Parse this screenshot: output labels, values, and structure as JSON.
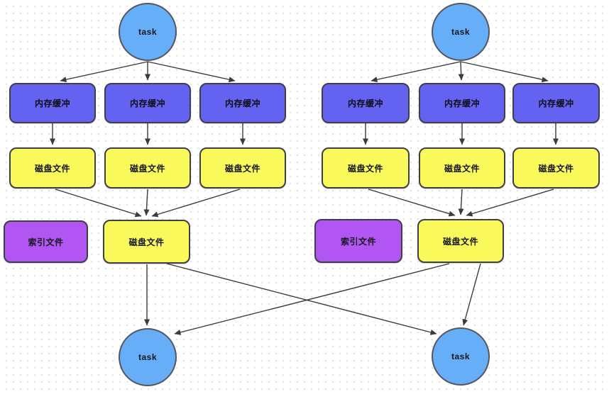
{
  "diagram": {
    "title": "merge sort / spill pipeline flowchart",
    "colors": {
      "task_fill": "#66aff8",
      "memory_buffer_fill": "#6463f1",
      "disk_file_fill": "#f9f95c",
      "index_file_fill": "#b156f2",
      "node_border": "#3f3f46",
      "edge_stroke": "#3a3a40",
      "background_dot": "#e2e2e4",
      "background": "#ffffff",
      "text": "#17171f"
    }
  },
  "nodes": [
    {
      "id": "left-top-task",
      "type": "task",
      "label": "task"
    },
    {
      "id": "left-buffer-1",
      "type": "buffer",
      "label": "内存缓冲"
    },
    {
      "id": "left-buffer-2",
      "type": "buffer",
      "label": "内存缓冲"
    },
    {
      "id": "left-buffer-3",
      "type": "buffer",
      "label": "内存缓冲"
    },
    {
      "id": "left-disk-1",
      "type": "disk",
      "label": "磁盘文件"
    },
    {
      "id": "left-disk-2",
      "type": "disk",
      "label": "磁盘文件"
    },
    {
      "id": "left-disk-3",
      "type": "disk",
      "label": "磁盘文件"
    },
    {
      "id": "left-index-file",
      "type": "index",
      "label": "索引文件"
    },
    {
      "id": "left-merged-disk",
      "type": "disk",
      "label": "磁盘文件"
    },
    {
      "id": "bottom-task-left",
      "type": "task",
      "label": "task"
    },
    {
      "id": "right-top-task",
      "type": "task",
      "label": "task"
    },
    {
      "id": "right-buffer-1",
      "type": "buffer",
      "label": "内存缓冲"
    },
    {
      "id": "right-buffer-2",
      "type": "buffer",
      "label": "内存缓冲"
    },
    {
      "id": "right-buffer-3",
      "type": "buffer",
      "label": "内存缓冲"
    },
    {
      "id": "right-disk-1",
      "type": "disk",
      "label": "磁盘文件"
    },
    {
      "id": "right-disk-2",
      "type": "disk",
      "label": "磁盘文件"
    },
    {
      "id": "right-disk-3",
      "type": "disk",
      "label": "磁盘文件"
    },
    {
      "id": "right-index-file",
      "type": "index",
      "label": "索引文件"
    },
    {
      "id": "right-merged-disk",
      "type": "disk",
      "label": "磁盘文件"
    },
    {
      "id": "bottom-task-right",
      "type": "task",
      "label": "task"
    }
  ],
  "edges": [
    {
      "from": "left-top-task",
      "to": "left-buffer-1"
    },
    {
      "from": "left-top-task",
      "to": "left-buffer-2"
    },
    {
      "from": "left-top-task",
      "to": "left-buffer-3"
    },
    {
      "from": "left-buffer-1",
      "to": "left-disk-1"
    },
    {
      "from": "left-buffer-2",
      "to": "left-disk-2"
    },
    {
      "from": "left-buffer-3",
      "to": "left-disk-3"
    },
    {
      "from": "left-disk-1",
      "to": "left-merged-disk"
    },
    {
      "from": "left-disk-2",
      "to": "left-merged-disk"
    },
    {
      "from": "left-disk-3",
      "to": "left-merged-disk"
    },
    {
      "from": "left-merged-disk",
      "to": "bottom-task-left"
    },
    {
      "from": "left-merged-disk",
      "to": "bottom-task-right"
    },
    {
      "from": "right-top-task",
      "to": "right-buffer-1"
    },
    {
      "from": "right-top-task",
      "to": "right-buffer-2"
    },
    {
      "from": "right-top-task",
      "to": "right-buffer-3"
    },
    {
      "from": "right-buffer-1",
      "to": "right-disk-1"
    },
    {
      "from": "right-buffer-2",
      "to": "right-disk-2"
    },
    {
      "from": "right-buffer-3",
      "to": "right-disk-3"
    },
    {
      "from": "right-disk-1",
      "to": "right-merged-disk"
    },
    {
      "from": "right-disk-2",
      "to": "right-merged-disk"
    },
    {
      "from": "right-disk-3",
      "to": "right-merged-disk"
    },
    {
      "from": "right-merged-disk",
      "to": "bottom-task-right"
    },
    {
      "from": "right-merged-disk",
      "to": "bottom-task-left"
    }
  ]
}
